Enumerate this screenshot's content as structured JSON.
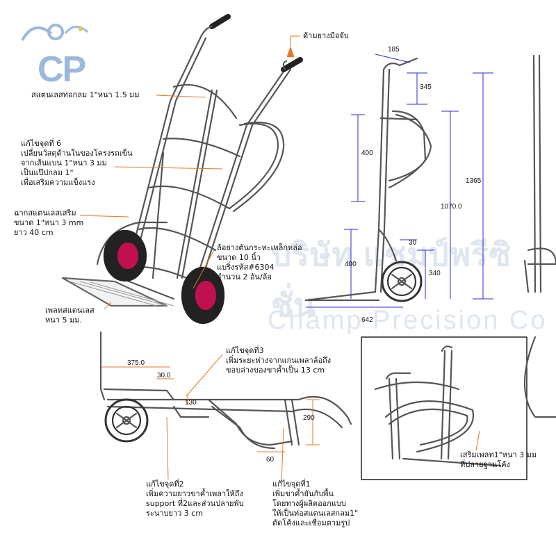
{
  "logo": {
    "text": "CP"
  },
  "watermark": {
    "line1": "บริษัท  แชมป์พรีซิชั่น",
    "line2": "Champ Precision Co"
  },
  "annotations": {
    "handle_grip": "ด้ามยางมือจับ",
    "stainless_pipe": "สแตนเลสท่อกลม 1\"หนา 1.5 มม",
    "fix6": "แก้ไขจุดที่ 6\nเปลี่ยนวัสดุด้านในของโครงรถเข็น\nจากเส้นแบน 1\"หนา 3 มม\nเป็นแป๊ปกลม 1\"\nเพื่อเสริมความแข็งแรง",
    "stainless_reinforce": "ฉากสแตนเลสเสริม\nขนาด 1\"หนา 3 mm\nยาว 40 cm",
    "wheel": "ล้อยางตันกระทะเหล็กหล่อ\nขนาด 10 นิ้ว\nแบริ่งรหัส#6304\nจำนวน 2 อัน/ล้อ",
    "plate": "เพลทสแตนเลส\nหนา 5 มม.",
    "fix3": "แก้ไขจุดที่3\nเพิ่มระยะห่างจากแกนเพลาล้อถึง\nขอบล่างของขาค้ำเป็น 13 cm",
    "fix2": "แก้ไขจุดที่2\nเพิ่มความยาวขาค้ำเพลาให้ถึง\nsupport ที่2และส่วนปลายพับ\nระนาบยาว 3 cm",
    "fix1": "แก้ไขจุดที่1\nเพิ่มขาค้ำยันกับพื้น\nโดยทางผู้ผลิตออกแบบ\nให้เป็นท่อสแตนเลสกลม1\"\nดัดโค้งและเชื่อมตามรูป",
    "reinforce_plate": "เสริมเพลท1\"หนา 3 มม\nที่ปลายฐานโค้ง"
  },
  "dimensions": {
    "d185": "185",
    "d345": "345",
    "d400a": "400",
    "d1365": "1365",
    "d1070": "1070.0",
    "d30a": "30",
    "d400b": "400",
    "d340": "340",
    "d642": "642",
    "d375": "375.0",
    "d30b": "30.0",
    "d130": "130",
    "d290": "290",
    "d60": "60"
  },
  "colors": {
    "accent": "#e87722",
    "dimension": "#2b2bd6",
    "frame": "#555555",
    "wheel_hub": "#c01050"
  }
}
